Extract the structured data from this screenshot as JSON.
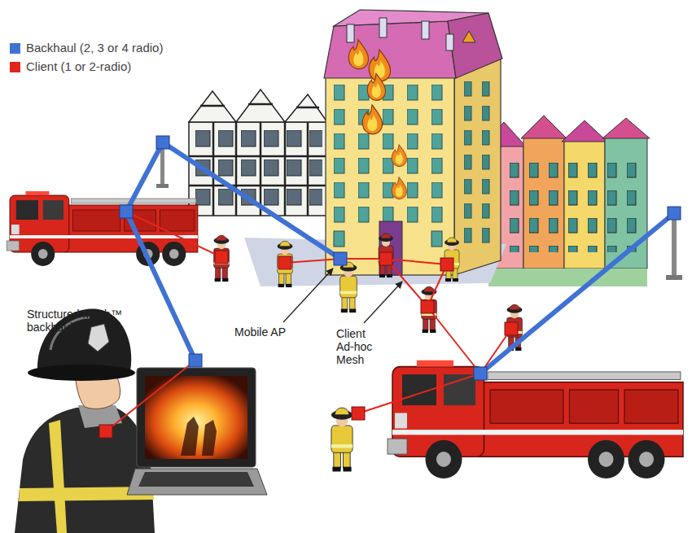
{
  "diagram": {
    "labels": [
      "Structured Mesh™ backhaul",
      "Mobile AP",
      "Client Ad-hoc Mesh"
    ],
    "legend": [
      {
        "text": "Backhaul (2, 3 or 4 radio)",
        "color": "#3f72d4"
      },
      {
        "text": "Client (1 or 2-radio)",
        "color": "#e3261b"
      }
    ]
  }
}
